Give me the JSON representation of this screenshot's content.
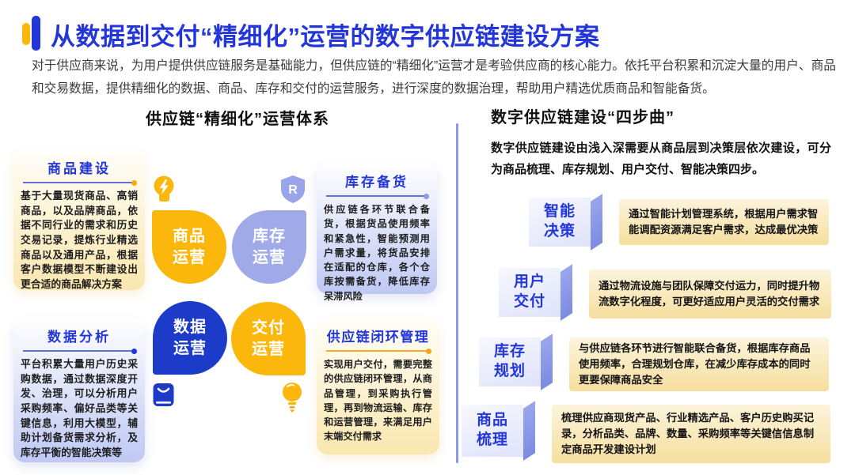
{
  "header": {
    "title": "从数据到交付“精细化”运营的数字供应链建设方案",
    "subtitle": "对于供应商来说，为用户提供供应链服务是基础能力，但供应链的“精细化”运营才是考验供应商的核心能力。依托平台积累和沉淀大量的用户、商品和交易数据，提供精细化的数据、商品、库存和交付的运营服务，进行深度的数据治理，帮助用户精选优质商品和智能备货。"
  },
  "left_section": {
    "header": "供应链“精细化”运营体系",
    "cards": [
      {
        "title": "商品建设",
        "body": "基于大量现货商品、高销商品，以及品牌商品，依据不同行业的需求和历史交易记录，提炼行业精选商品以及通用产品，根据客户数据模型不断建设出更合适的商品解决方案"
      },
      {
        "title": "数据分析",
        "body": "平台积累大量用户历史采购数据，通过数据深度开发、治理，可以分析用户采购频率、偏好品类等关键信息，利用大模型，辅助计划备货需求分析，及库存平衡的智能决策等"
      },
      {
        "title": "库存备货",
        "body": "供应链各环节联合备货，根据货品使用频率和紧急性，智能预测用户需求量，将货品安排在适配的仓库，各个仓库按需备货，降低库存呆滞风险"
      },
      {
        "title": "供应链闭环管理",
        "body": "实现用户交付，需要完整的供应链闭环管理，从商品管理，到采购执行管理，再到物流运输、库存和运营管理，来满足用户末端交付需求"
      }
    ],
    "bubbles": [
      {
        "label": "商品\n运营",
        "color": "#FBB70B",
        "icon": "head-bolt-icon"
      },
      {
        "label": "库存\n运营",
        "color": "#A0AAE9",
        "icon": "shield-r-icon"
      },
      {
        "label": "数据\n运营",
        "color": "#1C3BC8",
        "icon": "shopping-bag-icon"
      },
      {
        "label": "交付\n运营",
        "color": "#FBB70B",
        "icon": "lightbulb-icon"
      }
    ],
    "shield_letter": "R"
  },
  "right_section": {
    "header": "数字供应链建设“四步曲”",
    "intro": "数字供应链建设由浅入深需要从商品层到决策层依次建设，可分为商品梳理、库存规划、用户交付、智能决策四步。",
    "steps": [
      {
        "label": "智能\n决策",
        "desc": "通过智能计划管理系统，根据用户需求智能调配资源满足客户需求，达成最优决策"
      },
      {
        "label": "用户\n交付",
        "desc": "通过物流设施与团队保障交付运力，同时提升物流数字化程度，可更好适应用户灵活的交付需求"
      },
      {
        "label": "库存\n规划",
        "desc": "与供应链各环节进行智能联合备货，根据库存商品使用频率，合理规划仓库，在减少库存成本的同时更要保障商品安全"
      },
      {
        "label": "商品\n梳理",
        "desc": "梳理供应商现货产品、行业精选产品、客户历史购买记录，分析品类、品牌、数量、采购频率等关键信信息制定商品开发建设计划"
      }
    ]
  },
  "colors": {
    "accent_blue": "#2336D9",
    "brand_yellow": "#FBB70B",
    "periwinkle": "#A0AAE9",
    "deep_blue": "#1C3BC8",
    "card_yellow_bottom": "#FAE7AE",
    "card_blue_bottom": "#BEC8F3",
    "step_desc_bg": "#F6DE9E",
    "step_label_bg": "#DEE3F9",
    "step_side_edge": "#7C8BE0",
    "divider": "#8A99E8"
  }
}
